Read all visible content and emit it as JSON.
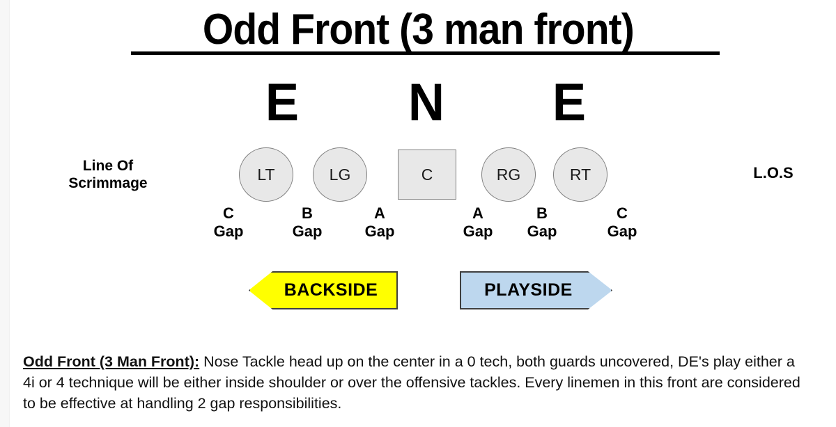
{
  "page": {
    "title": "Odd Front (3 man front)"
  },
  "colors": {
    "backside_fill": "#ffff00",
    "playside_fill": "#bdd7ee",
    "player_fill": "#e8e8e8",
    "player_border": "#7f7f7f",
    "arrow_border": "#3f3f3f",
    "text": "#000000"
  },
  "defense": {
    "players": [
      {
        "label": "E",
        "name": "defensive-end-left"
      },
      {
        "label": "N",
        "name": "nose-tackle"
      },
      {
        "label": "E",
        "name": "defensive-end-right"
      }
    ]
  },
  "line_of_scrimmage": {
    "left_label_line1": "Line Of",
    "left_label_line2": "Scrimmage",
    "right_label": "L.O.S"
  },
  "offense": {
    "players": [
      {
        "label": "LT",
        "shape": "circle"
      },
      {
        "label": "LG",
        "shape": "circle"
      },
      {
        "label": "C",
        "shape": "square"
      },
      {
        "label": "RG",
        "shape": "circle"
      },
      {
        "label": "RT",
        "shape": "circle"
      }
    ]
  },
  "gaps": [
    {
      "letter": "C",
      "word": "Gap"
    },
    {
      "letter": "B",
      "word": "Gap"
    },
    {
      "letter": "A",
      "word": "Gap"
    },
    {
      "letter": "A",
      "word": "Gap"
    },
    {
      "letter": "B",
      "word": "Gap"
    },
    {
      "letter": "C",
      "word": "Gap"
    }
  ],
  "direction_arrows": {
    "backside_label": "BACKSIDE",
    "playside_label": "PLAYSIDE"
  },
  "caption": {
    "lead": "Odd Front (3 Man Front):",
    "body": " Nose Tackle head up on the center in a 0 tech, both guards uncovered, DE's play either a 4i or 4 technique will be either inside shoulder or over the offensive tackles. Every linemen in this front are considered to be effective at handling 2 gap responsibilities."
  }
}
